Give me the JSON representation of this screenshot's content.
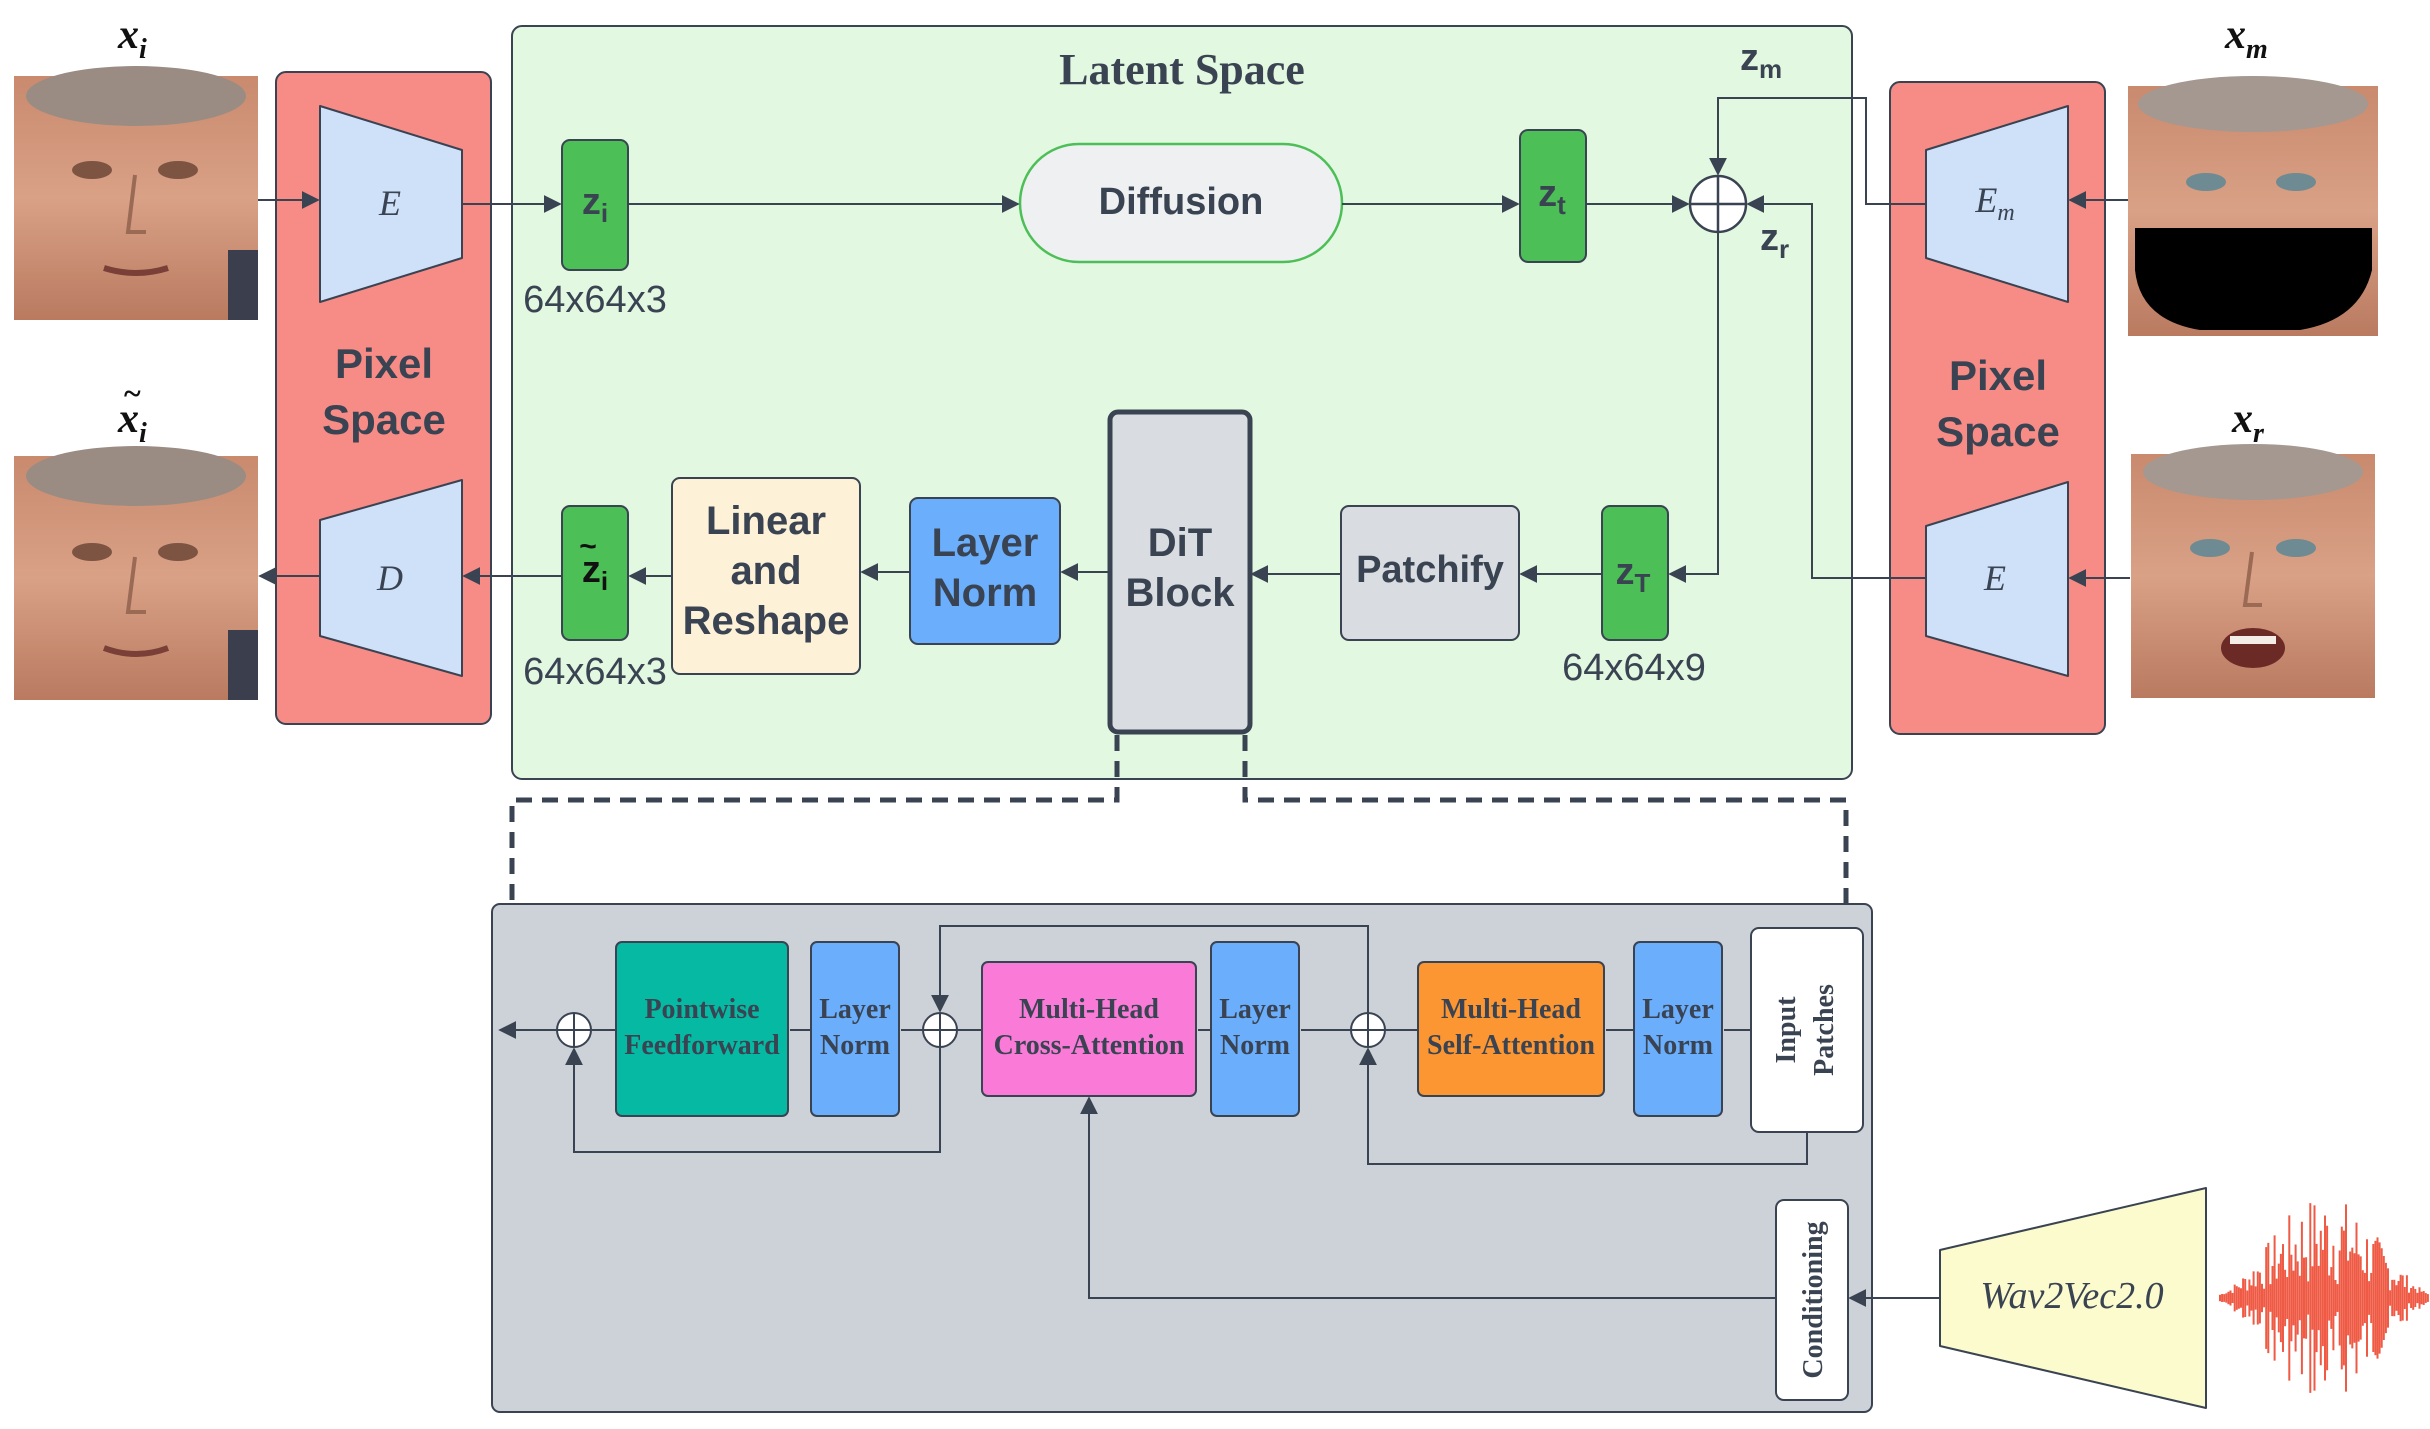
{
  "top": {
    "latent_space_title": "Latent Space",
    "pixel_space_left": [
      "Pixel",
      "Space"
    ],
    "pixel_space_right": [
      "Pixel",
      "Space"
    ],
    "encoder_label": "E",
    "encoder_m_label": "E",
    "encoder_m_sub": "m",
    "decoder_label": "D",
    "inputs": {
      "xi": {
        "base": "x",
        "sub": "i"
      },
      "xi_tilde": {
        "base": "x",
        "sub": "i",
        "accent": "~"
      },
      "xm": {
        "base": "x",
        "sub": "m"
      },
      "xr": {
        "base": "x",
        "sub": "r"
      }
    },
    "latents": {
      "zi": {
        "base": "z",
        "sub": "i"
      },
      "zt": {
        "base": "z",
        "sub": "t"
      },
      "zm": {
        "base": "z",
        "sub": "m"
      },
      "zr": {
        "base": "z",
        "sub": "r"
      },
      "zT": {
        "base": "z",
        "sub": "T"
      },
      "zi_tilde": {
        "base": "z",
        "sub": "i",
        "accent": "~"
      }
    },
    "dims": {
      "zi": "64x64x3",
      "zT": "64x64x9",
      "zi_tilde": "64x64x3"
    },
    "diffusion_label": "Diffusion",
    "patchify_label": "Patchify",
    "dit_block_label": [
      "DiT",
      "Block"
    ],
    "layer_norm_label": [
      "Layer",
      "Norm"
    ],
    "linear_reshape_label": [
      "Linear",
      "and",
      "Reshape"
    ]
  },
  "bottom": {
    "pointwise_ff": [
      "Pointwise",
      "Feedforward"
    ],
    "layer_norm": [
      "Layer",
      "Norm"
    ],
    "cross_attention": [
      "Multi-Head",
      "Cross-Attention"
    ],
    "self_attention": [
      "Multi-Head",
      "Self-Attention"
    ],
    "input_patches": [
      "Input",
      "Patches"
    ],
    "conditioning": "Conditioning",
    "wav2vec": "Wav2Vec2.0"
  },
  "colors": {
    "latent_bg": "#e3f8e1",
    "pixel_bg": "#f78b86",
    "encoder_fill": "#cfe1f9",
    "latent_green": "#4cbf56",
    "diffusion_fill": "#eef0f2",
    "patchify_fill": "#d9dce0",
    "dit_fill": "#d9dce0",
    "layer_norm_blue": "#6aaefc",
    "linear_fill": "#fdf1d8",
    "bottom_bg": "#cdd2d8",
    "pointwise_teal": "#06b9a3",
    "cross_pink": "#f97bd7",
    "self_orange": "#fb9632",
    "wav2vec_fill": "#fbfbcd",
    "audio_red": "#ee5a44",
    "text_dark": "#3a4352"
  }
}
